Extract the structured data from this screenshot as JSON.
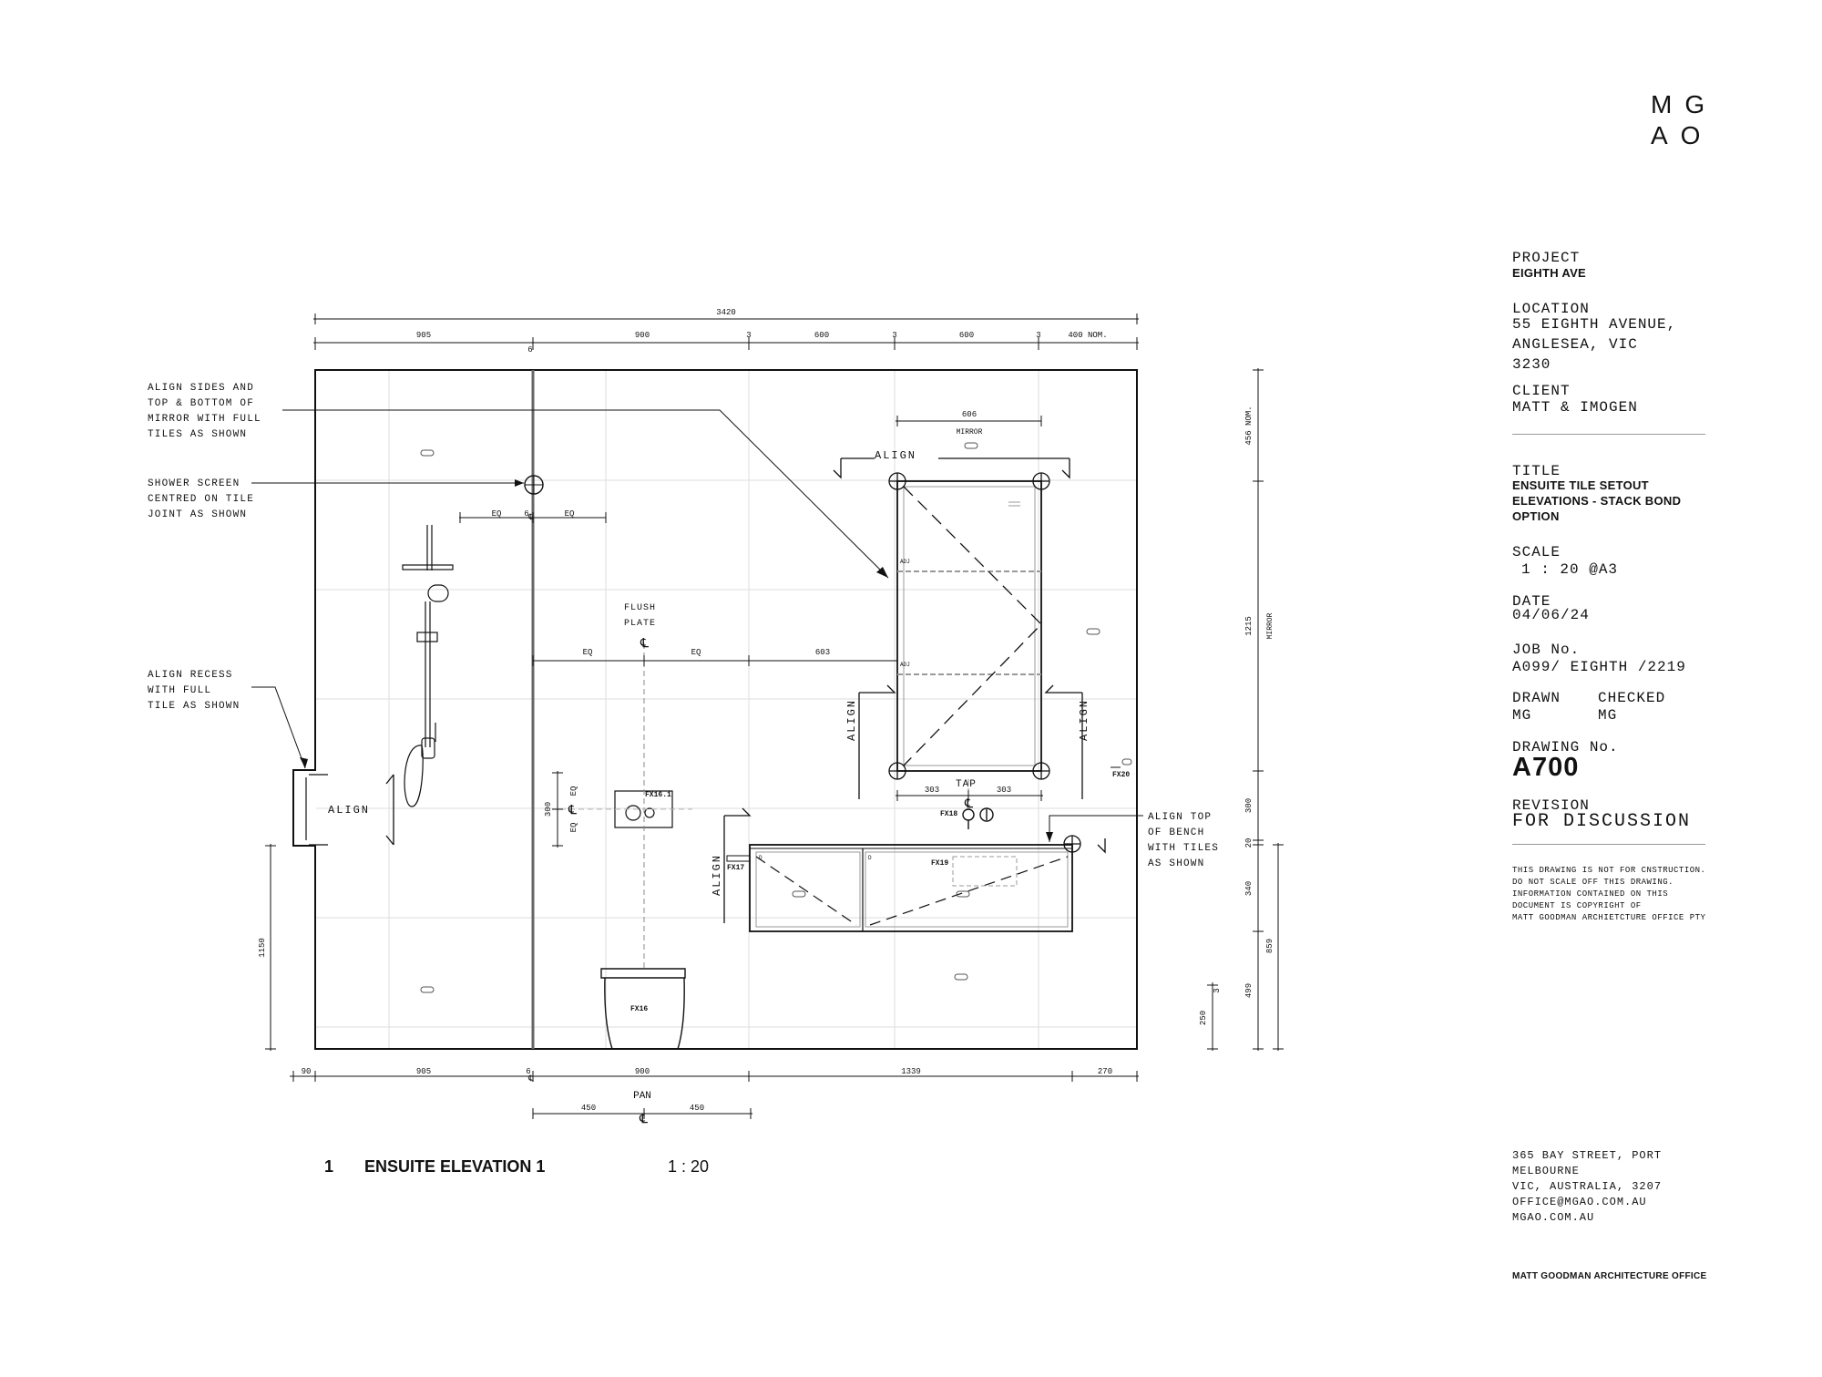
{
  "logo": {
    "line1": "MG",
    "line2": "AO"
  },
  "titleblock": {
    "project_label": "PROJECT",
    "project": "EIGHTH AVE",
    "location_label": "LOCATION",
    "location_lines": [
      "55 EIGHTH AVENUE,",
      "ANGLESEA, VIC",
      "3230"
    ],
    "client_label": "CLIENT",
    "client": "MATT & IMOGEN",
    "title_label": "TITLE",
    "title_lines": [
      "ENSUITE TILE SETOUT",
      "ELEVATIONS - STACK BOND",
      "OPTION"
    ],
    "scale_label": "SCALE",
    "scale": "1 : 20 @A3",
    "date_label": "DATE",
    "date": "04/06/24",
    "job_label": "JOB No.",
    "job": "A099/ EIGHTH /2219",
    "drawn_label": "DRAWN",
    "checked_label": "CHECKED",
    "drawn": "MG",
    "checked": "MG",
    "drawing_no_label": "DRAWING No.",
    "drawing_no": "A700",
    "revision_label": "REVISION",
    "revision": "FOR DISCUSSION",
    "disclaimer": [
      "THIS DRAWING IS NOT FOR CNSTRUCTION.",
      "DO NOT SCALE OFF THIS DRAWING.",
      "INFORMATION CONTAINED ON THIS",
      "DOCUMENT IS COPYRIGHT OF",
      "MATT GOODMAN ARCHIETCTURE OFFICE PTY"
    ],
    "address": [
      "365 BAY STREET, PORT",
      "MELBOURNE",
      "VIC, AUSTRALIA, 3207",
      "OFFICE@MGAO.COM.AU",
      "MGAO.COM.AU"
    ],
    "firm": "MATT GOODMAN ARCHITECTURE OFFICE"
  },
  "drawing": {
    "caption_number": "1",
    "caption_title": "ENSUITE ELEVATION 1",
    "caption_scale": "1 : 20",
    "dims": {
      "overall": "3420",
      "d905": "905",
      "d6": "6",
      "d900": "900",
      "d3": "3",
      "d600": "600",
      "d400": "400 NOM.",
      "d606": "606",
      "mirror": "MIRROR",
      "eq": "EQ",
      "d603": "603",
      "d303": "303",
      "d300": "300",
      "d1150": "1150",
      "d90": "90",
      "d1339": "1339",
      "d270": "270",
      "d450": "450",
      "pan": "PAN",
      "r456": "456 NOM.",
      "r1215": "1215",
      "r300": "300",
      "r20": "20",
      "r340": "340",
      "r499": "499",
      "r250": "250",
      "r859": "859",
      "mirror_v": "MIRROR"
    },
    "labels": {
      "align": "ALIGN",
      "flush1": "FLUSH",
      "flush2": "PLATE",
      "tap": "TAP",
      "adj": "ADJ",
      "d": "D",
      "fx161": "FX16.1",
      "fx16": "FX16",
      "fx17": "FX17",
      "fx18": "FX18",
      "fx19": "FX19",
      "fx20": "FX20"
    },
    "notes": {
      "mirror": [
        "ALIGN SIDES AND",
        "TOP & BOTTOM OF",
        "MIRROR WITH FULL",
        "TILES AS SHOWN"
      ],
      "screen": [
        "SHOWER SCREEN",
        "CENTRED ON TILE",
        "JOINT AS SHOWN"
      ],
      "recess": [
        "ALIGN RECESS",
        "WITH FULL",
        "TILE AS SHOWN"
      ],
      "bench": [
        "ALIGN TOP",
        "OF BENCH",
        "WITH TILES",
        "AS SHOWN"
      ]
    }
  }
}
